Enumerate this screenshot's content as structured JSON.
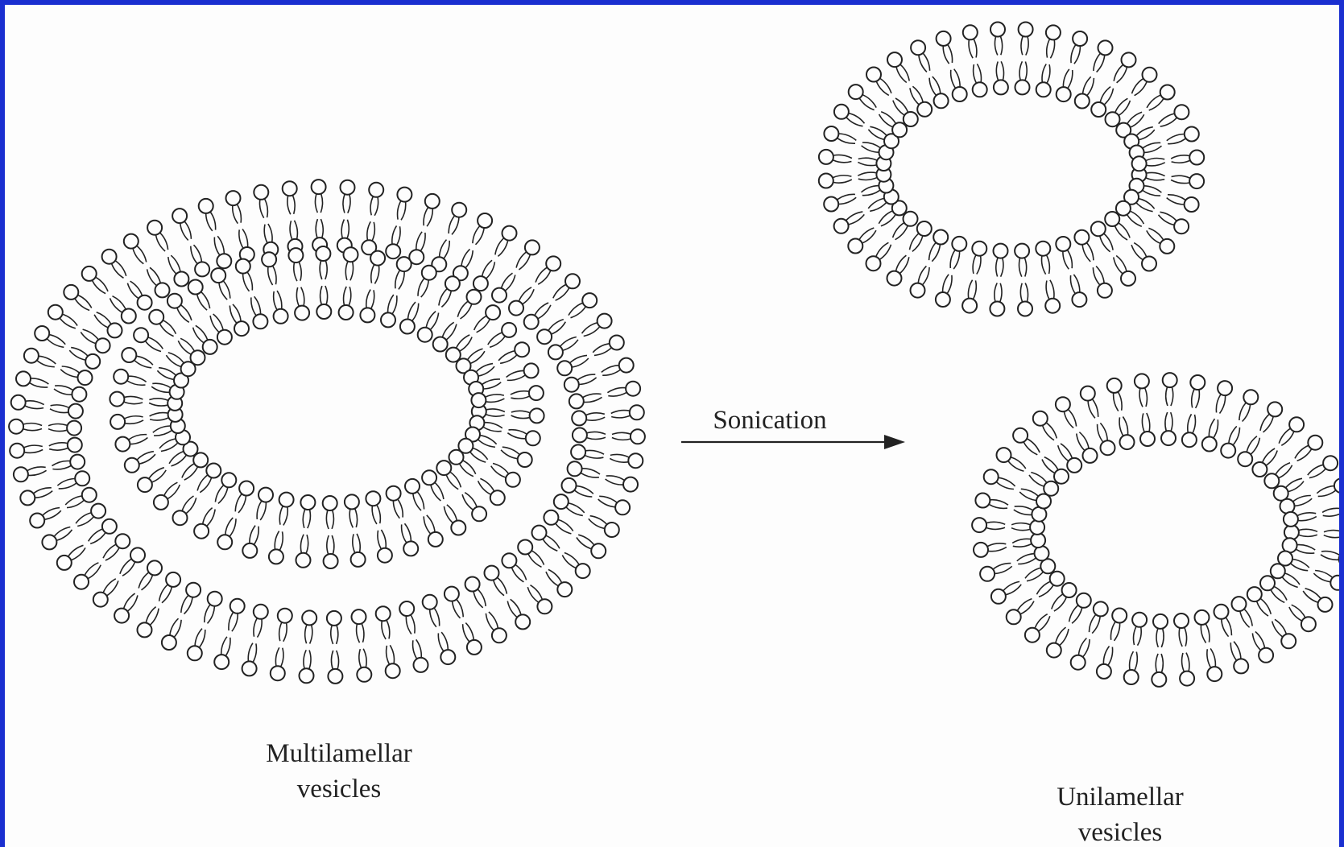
{
  "diagram": {
    "process_label": "Sonication",
    "left_group": {
      "label_line1": "Multilamellar",
      "label_line2": "vesicles"
    },
    "right_group": {
      "label_line1": "Unilamellar",
      "label_line2": "vesicles"
    }
  },
  "colors": {
    "border": "#1a2fd0",
    "background": "#fdfdfd",
    "ink": "#222222"
  }
}
